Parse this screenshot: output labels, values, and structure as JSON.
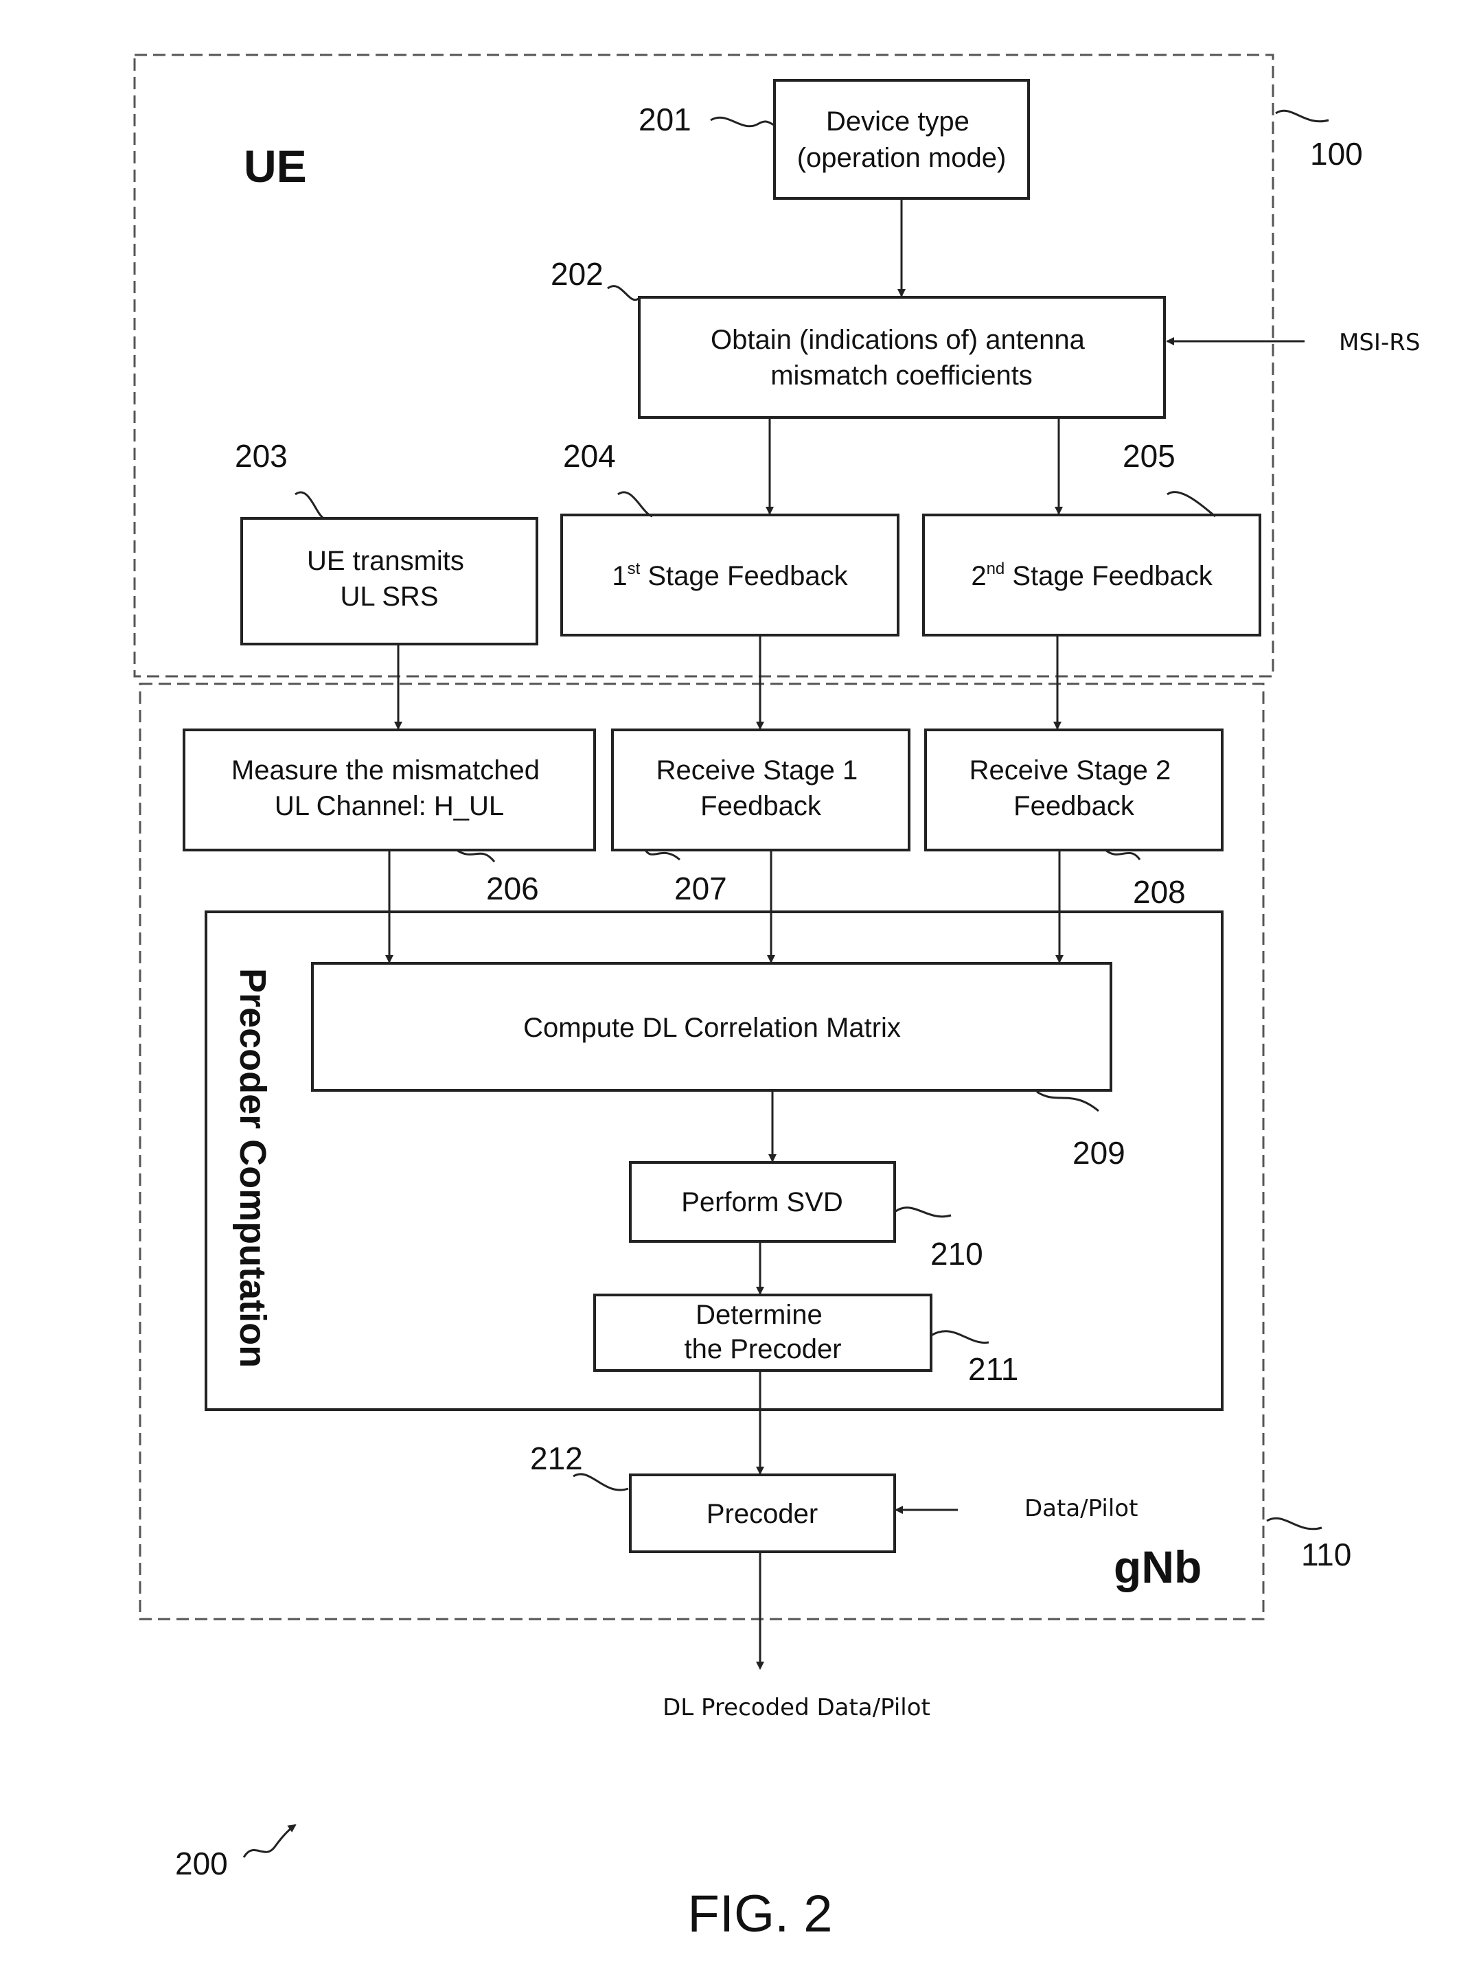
{
  "regions": {
    "ue_label": "UE",
    "gnb_label": "gNb",
    "precoder_label": "Precoder Computation"
  },
  "boxes": {
    "device_type": [
      "Device type",
      "(operation mode)"
    ],
    "obtain": [
      "Obtain (indications of)  antenna",
      "mismatch coefficients"
    ],
    "ue_transmits": [
      "UE transmits",
      "UL SRS"
    ],
    "stage1_feedback": {
      "pre": "1",
      "sup": "st",
      "post": " Stage Feedback"
    },
    "stage2_feedback": {
      "pre": "2",
      "sup": "nd",
      "post": " Stage Feedback"
    },
    "measure": [
      "Measure the mismatched",
      "UL Channel: H_UL"
    ],
    "receive1": [
      "Receive Stage 1",
      "Feedback"
    ],
    "receive2": [
      "Receive Stage 2",
      "Feedback"
    ],
    "compute": "Compute DL Correlation Matrix",
    "svd": "Perform SVD",
    "determine": [
      "Determine",
      "the Precoder"
    ],
    "precoder": "Precoder"
  },
  "refs": {
    "r100": "100",
    "r110": "110",
    "r200": "200",
    "r201": "201",
    "r202": "202",
    "r203": "203",
    "r204": "204",
    "r205": "205",
    "r206": "206",
    "r207": "207",
    "r208": "208",
    "r209": "209",
    "r210": "210",
    "r211": "211",
    "r212": "212"
  },
  "signals": {
    "msi_rs": "MSI-RS",
    "data_pilot": "Data/Pilot",
    "dl_output": "DL Precoded Data/Pilot"
  },
  "figure_label": "FIG. 2"
}
